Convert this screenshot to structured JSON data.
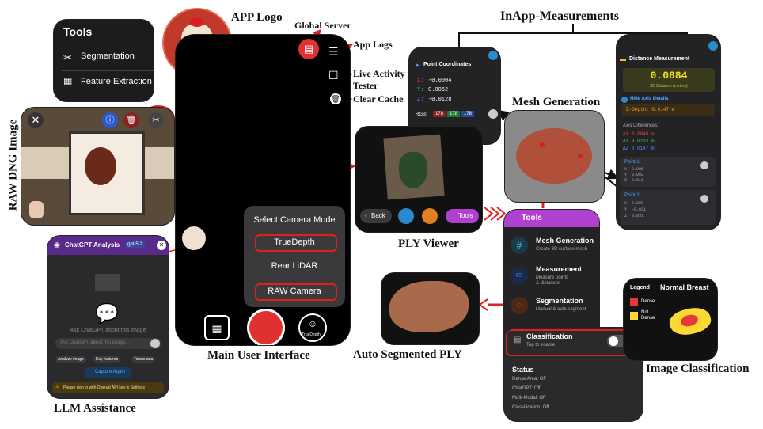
{
  "labels": {
    "app_logo": "APP Logo",
    "global_server": "Global Server",
    "app_logs": "App Logs",
    "live_activity_1": "Live Activity",
    "live_activity_2": "Tester",
    "clear_cache": "Clear Cache",
    "inapp_measurements": "InApp-Measurements",
    "mesh_generation": "Mesh Generation",
    "raw_dng": "RAW DNG Image",
    "ply_viewer": "PLY Viewer",
    "main_ui": "Main User Interface",
    "auto_segmented": "Auto Segmented PLY",
    "image_classification": "Image Classification",
    "llm_assistance": "LLM Assistance"
  },
  "tools_panel": {
    "title": "Tools",
    "items": [
      "Segmentation",
      "Feature Extraction"
    ]
  },
  "camera_mode": {
    "title": "Select Camera Mode",
    "options": [
      "TrueDepth",
      "Rear LiDAR",
      "RAW Camera"
    ],
    "bottom_label": "TrueDepth"
  },
  "point_coords": {
    "title": "Point Coordinates",
    "x_label": "X:",
    "x": "-0.0004",
    "y_label": "Y:",
    "y": "0.0062",
    "z_label": "Z:",
    "z": "-0.0128",
    "rgb_label": "RGB:",
    "r": "178",
    "g": "178",
    "b": "178"
  },
  "distance": {
    "title": "Distance Measurement",
    "value": "0.0884",
    "unit": "3D Distance (meters)",
    "hide_axis": "Hide Axis Details",
    "zdepth": "Z-Depth: 0.0147 m",
    "axis_title": "Axis Differences:",
    "dx": "ΔX  0.0040 m",
    "dy": "ΔY  0.0233 m",
    "dz": "ΔZ  0.0147 m",
    "p1": "Point 1",
    "p1x": "X: 0.005",
    "p1y": "Y: 0.002",
    "p1z": "Z: 0.016",
    "p2": "Point 2",
    "p2x": "X: 0.009",
    "p2y": "Y: -0.021",
    "p2z": "Z: 0.031"
  },
  "ply_controls": {
    "back": "Back",
    "tools": "Tools"
  },
  "tools_menu": {
    "title": "Tools",
    "mesh_title": "Mesh Generation",
    "mesh_sub": "Create 3D surface mesh",
    "meas_title": "Measurement",
    "meas_sub1": "Measure points",
    "meas_sub2": "& distances",
    "seg_title": "Segmentation",
    "seg_sub": "Manual & auto segment"
  },
  "classification_card": {
    "title": "Classification",
    "sub": "Tap to enable"
  },
  "status": {
    "title": "Status",
    "items": [
      "Dense Area: Off",
      "ChatGPT: Off",
      "Multi-Modal: Off",
      "Classification: Off"
    ]
  },
  "classification_result": {
    "legend": "Legend",
    "title": "Normal Breast",
    "dense": "Dense",
    "not_dense_1": "Not",
    "not_dense_2": "Dense",
    "dense_color": "#e53935",
    "not_dense_color": "#fdd835"
  },
  "chatgpt": {
    "title": "ChatGPT Analysis",
    "model": "gpt-5.2",
    "prompt": "Ask ChatGPT about this image",
    "placeholder": "Ask ChatGPT about this image...",
    "chips": [
      "Analyze image",
      "Key features",
      "Tissue ana"
    ],
    "capture": "Capture Again",
    "warning": "Please sign in with OpenAI API key in Settings"
  }
}
